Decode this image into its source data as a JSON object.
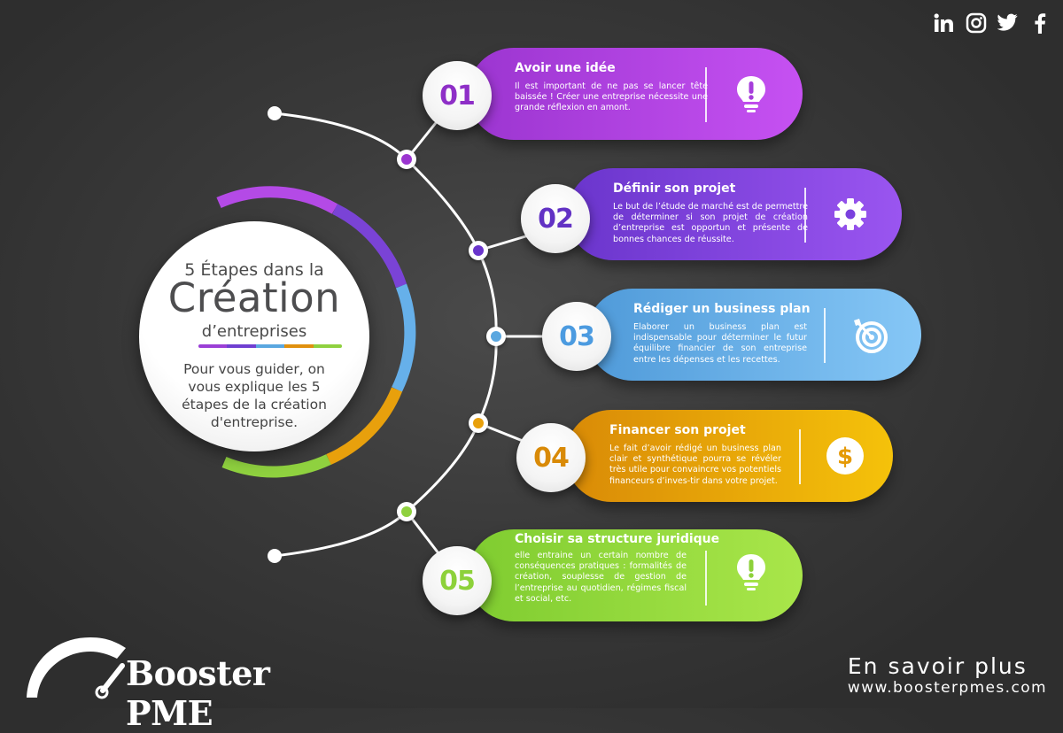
{
  "social": {
    "icons": [
      "linkedin-icon",
      "instagram-icon",
      "twitter-icon",
      "facebook-icon"
    ],
    "labels": [
      "in",
      "ig",
      "tw",
      "f"
    ]
  },
  "hub": {
    "line1": "5 Étapes dans la",
    "line2": "Création",
    "line3": "d’entreprises",
    "description": "Pour vous guider, on vous explique les 5 étapes de la création d'entreprise.",
    "bar_colors": [
      "#9b3fd6",
      "#6f3fd1",
      "#5aa7e0",
      "#e0900e",
      "#8fd13f"
    ]
  },
  "steps": [
    {
      "number": "01",
      "title": "Avoir une idée",
      "description": "Il est important de ne pas se lancer tête baissée ! Créer une entreprise nécessite une grande réflexion en amont.",
      "icon": "lightbulb-icon",
      "color_from": "#9b35d0",
      "color_to": "#c651f2",
      "accent": "#8e2fc7"
    },
    {
      "number": "02",
      "title": "Définir son projet",
      "description": "Le but de l’étude de marché est de permettre de déterminer si son projet de création d’entreprise est opportun et présente de bonnes chances de réussite.",
      "icon": "gear-icon",
      "color_from": "#6a35cc",
      "color_to": "#9a55f0",
      "accent": "#6232c4"
    },
    {
      "number": "03",
      "title": "Rédiger un business plan",
      "description": "Elaborer un business plan est indispensable pour déterminer le futur équilibre financier de son entreprise entre les dépenses et les recettes.",
      "icon": "target-icon",
      "color_from": "#4f9ad9",
      "color_to": "#86c7f6",
      "accent": "#4c9be0"
    },
    {
      "number": "04",
      "title": "Financer son projet",
      "description": "Le fait d’avoir rédigé un business plan clair et synthétique pourra se révéler très utile pour convaincre vos potentiels financeurs d’inves-tir dans votre projet.",
      "icon": "dollar-icon",
      "color_from": "#d98a07",
      "color_to": "#f5c20a",
      "accent": "#d98a07"
    },
    {
      "number": "05",
      "title": "Choisir sa structure juridique",
      "description": "elle entraine un certain nombre de conséquences pratiques : formalités de création, souplesse de gestion de l’entreprise au quotidien, régimes fiscal et social, etc.",
      "icon": "lightbulb-icon",
      "color_from": "#7fcc30",
      "color_to": "#a9e64a",
      "accent": "#8dd13a"
    }
  ],
  "brand": {
    "name": "Booster PME"
  },
  "footer": {
    "cta": "En savoir plus",
    "url": "www.boosterpmes.com"
  }
}
